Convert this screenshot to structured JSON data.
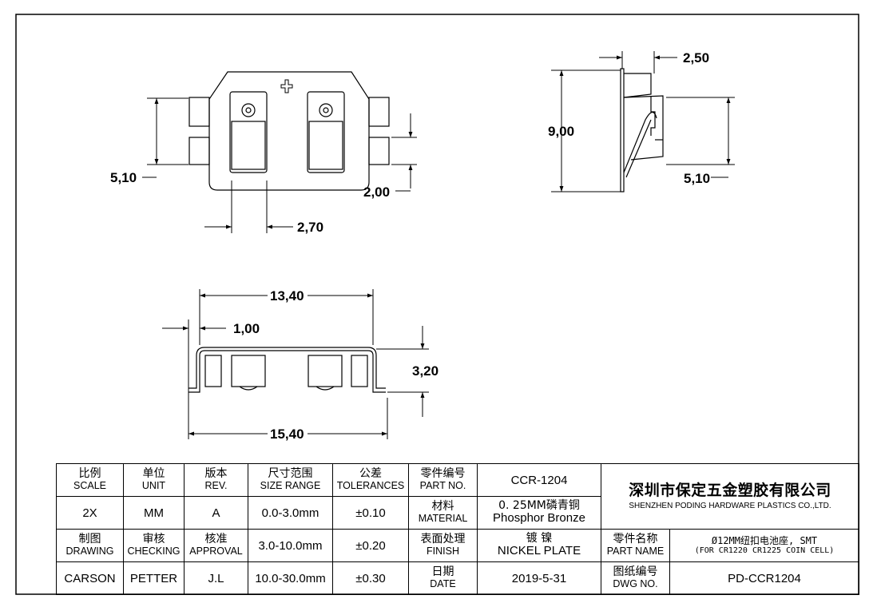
{
  "dimensions": {
    "top_view_height": "5,10",
    "top_view_tab": "2,00",
    "top_view_contact_width": "2,70",
    "side_view_top": "2,50",
    "side_view_height": "9,00",
    "side_view_contact": "5,10",
    "front_view_inner_width": "13,40",
    "front_view_offset": "1,00",
    "front_view_height": "3,20",
    "front_view_overall_width": "15,40"
  },
  "title_block": {
    "scale_cn": "比例",
    "scale_en": "SCALE",
    "unit_cn": "单位",
    "unit_en": "UNIT",
    "rev_cn": "版本",
    "rev_en": "REV.",
    "size_range_cn": "尺寸范围",
    "size_range_en": "SIZE RANGE",
    "tolerances_cn": "公差",
    "tolerances_en": "TOLERANCES",
    "part_no_cn": "零件编号",
    "part_no_en": "PART NO.",
    "part_no_value": "CCR-1204",
    "company_cn": "深圳市保定五金塑胶有限公司",
    "company_en": "SHENZHEN PODING HARDWARE PLASTICS CO.,LTD.",
    "scale_value": "2X",
    "unit_value": "MM",
    "rev_value": "A",
    "range_1": "0.0-3.0mm",
    "tol_1": "±0.10",
    "material_cn": "材料",
    "material_en": "MATERIAL",
    "material_value_cn": "0. 25MM磷青铜",
    "material_value_en": "Phosphor Bronze",
    "drawing_cn": "制图",
    "drawing_en": "DRAWING",
    "checking_cn": "审核",
    "checking_en": "CHECKING",
    "approval_cn": "核准",
    "approval_en": "APPROVAL",
    "range_2": "3.0-10.0mm",
    "tol_2": "±0.20",
    "finish_cn": "表面处理",
    "finish_en": "FINISH",
    "finish_value_cn": "镀 镍",
    "finish_value_en": "NICKEL PLATE",
    "part_name_cn": "零件名称",
    "part_name_en": "PART NAME",
    "part_name_value_cn": "Ø12MM纽扣电池座, SMT",
    "part_name_value_en": "(FOR CR1220 CR1225 COIN CELL)",
    "drawer": "CARSON",
    "checker": "PETTER",
    "approver": "J.L",
    "range_3": "10.0-30.0mm",
    "tol_3": "±0.30",
    "date_cn": "日期",
    "date_en": "DATE",
    "date_value": "2019-5-31",
    "dwg_no_cn": "图纸编号",
    "dwg_no_en": "DWG NO.",
    "dwg_no_value": "PD-CCR1204"
  }
}
